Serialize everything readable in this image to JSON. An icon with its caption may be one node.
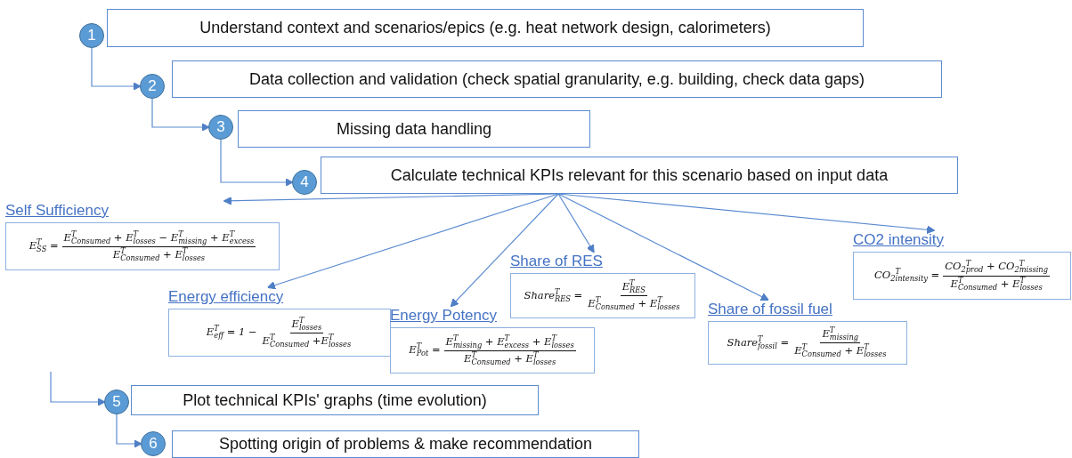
{
  "diagram": {
    "nodes": [
      {
        "text": [
          "1"
        ]
      },
      {
        "text": [
          "Understand context and scenarios/epics (e.g. heat network design, calorimeters)"
        ]
      },
      {
        "text": [
          "2"
        ]
      },
      {
        "text": [
          "Data collection and validation (check spatial granularity, e.g. building, check data gaps)"
        ]
      },
      {
        "text": [
          "3"
        ]
      },
      {
        "text": [
          "Missing data handling"
        ]
      },
      {
        "text": [
          "4"
        ]
      },
      {
        "text": [
          "Calculate technical KPIs relevant for this scenario based on input data"
        ]
      },
      {
        "text": [
          "Self Sufficiency",
          "E$^{T}$$_{SS}$ =",
          "E$^{T}$$_{Consumed}$ + E$^{T}$$_{losses}$ − E$^{T}$$_{missing}$ + E$^{T}$$_{excess}$",
          "E$^{T}$$_{Consumed}$ + E$^{T}$$_{losses}$"
        ]
      },
      {
        "text": [
          "Energy efficiency",
          "E$^{T}$$_{eff}$ = 1 −",
          "E$^{T}$$_{losses}$",
          "E$^{T}$$_{Consumed}$ +E$^{T}$$_{losses}$"
        ]
      },
      {
        "text": [
          "Energy Potency",
          "E$^{T}$$_{Pot}$ =",
          "E$^{T}$$_{missing}$ + E$^{T}$$_{excess}$ + E$^{T}$$_{losses}$",
          "E$^{T}$$_{Consumed}$ + E$^{T}$$_{losses}$"
        ]
      },
      {
        "text": [
          "Share of RES",
          "Share$^{T}$$_{RES}$ =",
          "E$^{T}$$_{RES}$",
          "E$^{T}$$_{Consumed}$ + E$^{T}$$_{losses}$"
        ]
      },
      {
        "text": [
          "Share of fossil fuel",
          "Share$^{T}$$_{fossil}$ =",
          "E$^{T}$$_{missing}$",
          "E$^{T}$$_{Consumed}$ + E$^{T}$$_{losses}$"
        ]
      },
      {
        "text": [
          "CO2 intensity",
          "CO$_{2}$$^{T}$$_{intensity}$ =",
          "CO$_{2}$$^{T}$$_{prod}$ + CO$_{2}$$^{T}$$_{missing}$",
          "E$^{T}$$_{Consumed}$ + E$^{T}$$_{losses}$"
        ]
      },
      {
        "text": [
          "5"
        ]
      },
      {
        "text": [
          "Plot technical KPIs' graphs (time evolution)"
        ]
      },
      {
        "text": [
          "6"
        ]
      },
      {
        "text": [
          "Spotting origin of problems & make recommendation"
        ]
      }
    ],
    "edges": [
      {
        "from": 0,
        "to": 2,
        "arrow": "to"
      },
      {
        "from": 2,
        "to": 4,
        "arrow": "to"
      },
      {
        "from": 4,
        "to": 6,
        "arrow": "to"
      },
      {
        "from": 7,
        "to": 8,
        "arrow": "to"
      },
      {
        "from": 7,
        "to": 9,
        "arrow": "to"
      },
      {
        "from": 7,
        "to": 10,
        "arrow": "to"
      },
      {
        "from": 7,
        "to": 11,
        "arrow": "to"
      },
      {
        "from": 7,
        "to": 12,
        "arrow": "to"
      },
      {
        "from": 7,
        "to": 13,
        "arrow": "to"
      },
      {
        "from": null,
        "to": 14,
        "arrow": "to"
      },
      {
        "from": 14,
        "to": 16,
        "arrow": "to"
      }
    ]
  }
}
